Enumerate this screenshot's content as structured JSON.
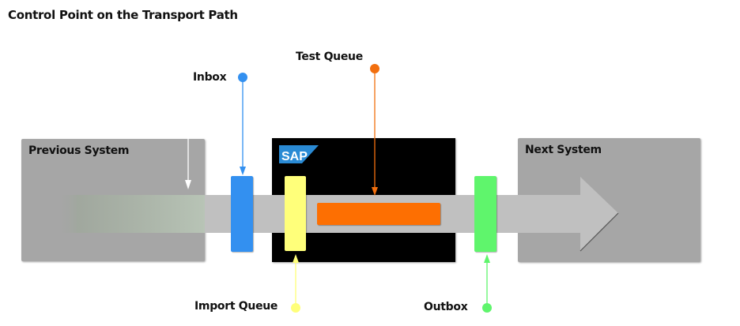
{
  "title": "Control Point on the Transport Path",
  "systems": {
    "previous": "Previous System",
    "next": "Next System",
    "sap_logo": "SAP"
  },
  "control_points": [
    {
      "id": "inbox",
      "label": "Inbox",
      "color": "#3390f0"
    },
    {
      "id": "import_queue",
      "label": "Import Queue",
      "color": "#ffff7a"
    },
    {
      "id": "test_queue",
      "label": "Test Queue",
      "color": "#f26f0e"
    },
    {
      "id": "outbox",
      "label": "Outbox",
      "color": "#5ff56c"
    }
  ],
  "colors": {
    "system_box": "#a6a6a6",
    "sap_box": "#000000",
    "transport_arrow": "#c0c0c0",
    "sap_logo": "#2a8ad4"
  }
}
